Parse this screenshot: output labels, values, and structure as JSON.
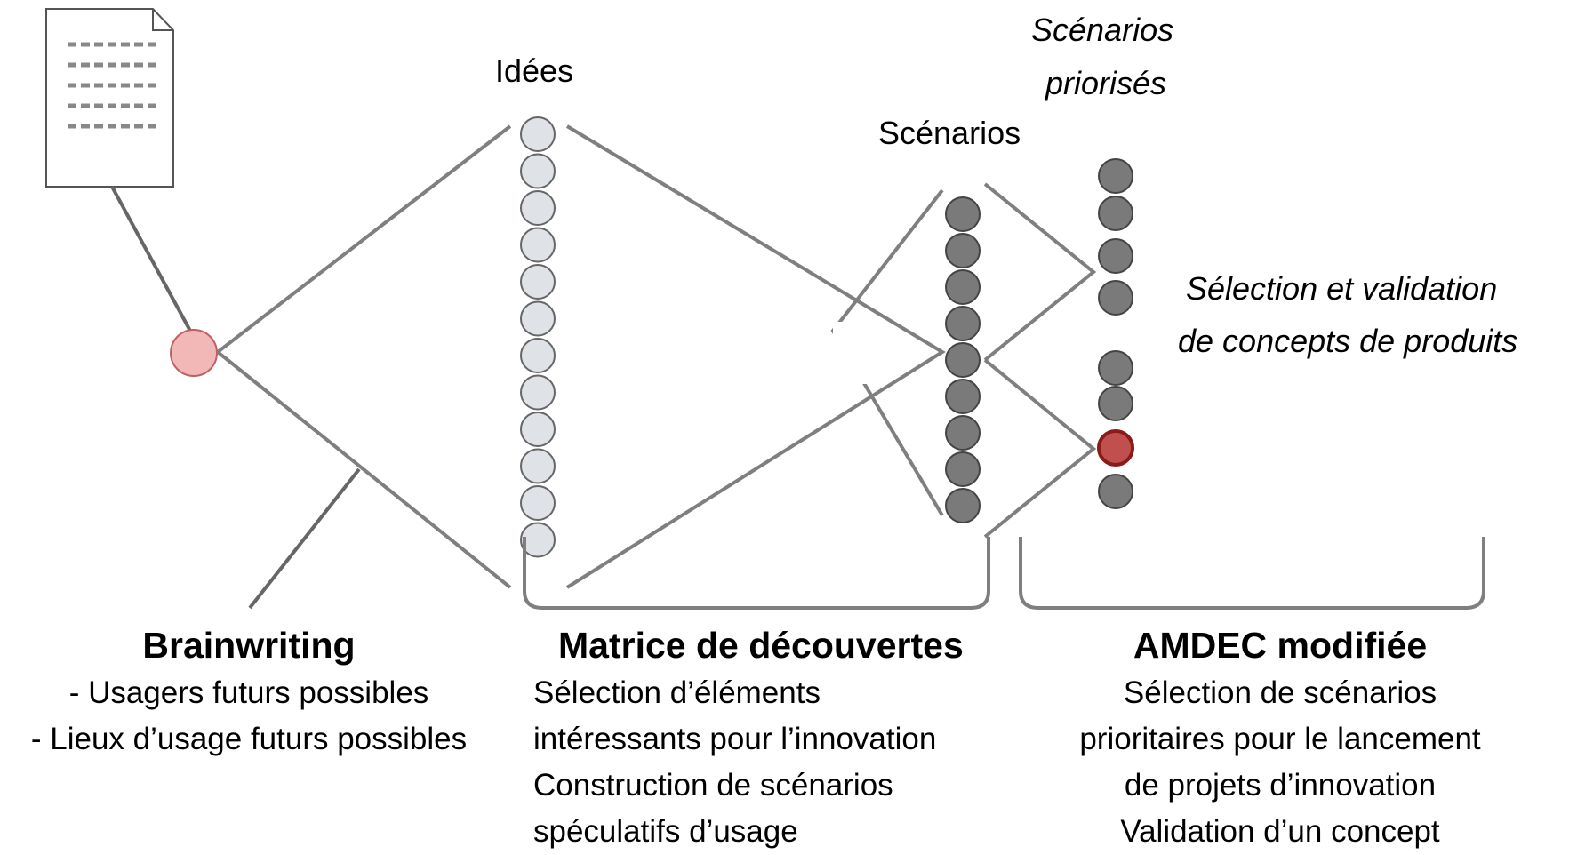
{
  "labels": {
    "idees": "Idées",
    "scenarios": "Scénarios",
    "scenarios_priorises_1": "Scénarios",
    "scenarios_priorises_2": "priorisés",
    "selection_1": "Sélection  et validation",
    "selection_2": "de concepts de produits"
  },
  "brainwriting": {
    "title": "Brainwriting",
    "line1": "- Usagers futurs possibles",
    "line2": "- Lieux d’usage futurs possibles"
  },
  "matrice": {
    "title": "Matrice de découvertes",
    "line1": "Sélection d’éléments",
    "line2": "intéressants pour l’innovation",
    "line3": "Construction de scénarios",
    "line4": "spéculatifs d’usage"
  },
  "amdec": {
    "title": "AMDEC modifiée",
    "line1": "Sélection de scénarios",
    "line2": "prioritaires pour le lancement",
    "line3": "de projets d’innovation",
    "line4": "Validation d’un concept"
  },
  "colors": {
    "stroke": "#7f7f7f",
    "idea_fill": "#dfe2e7",
    "scenario_fill": "#7a7a7a",
    "origin_fill": "#f2b8b8",
    "origin_stroke": "#c06060",
    "selected_fill": "#c0504d",
    "selected_stroke": "#8b1a1a"
  },
  "icons": {
    "document": "document-icon"
  }
}
